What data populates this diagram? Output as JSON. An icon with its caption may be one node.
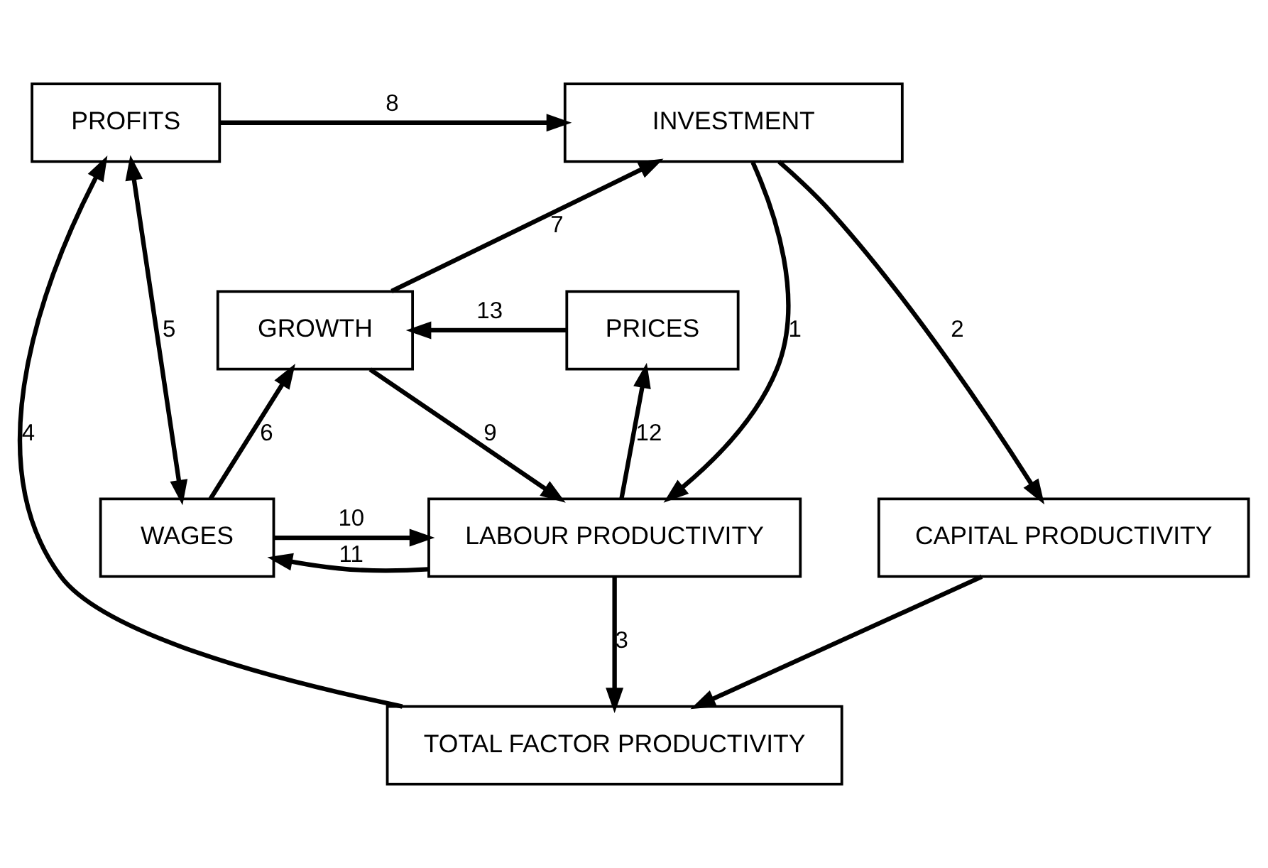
{
  "diagram": {
    "nodes": [
      {
        "text": [
          "PROFITS"
        ]
      },
      {
        "text": [
          "INVESTMENT"
        ]
      },
      {
        "text": [
          "GROWTH"
        ]
      },
      {
        "text": [
          "PRICES"
        ]
      },
      {
        "text": [
          "WAGES"
        ]
      },
      {
        "text": [
          "LABOUR PRODUCTIVITY"
        ]
      },
      {
        "text": [
          "CAPITAL PRODUCTIVITY"
        ]
      },
      {
        "text": [
          "TOTAL FACTOR PRODUCTIVITY"
        ]
      }
    ],
    "edges": [
      {
        "from": 0,
        "to": 1,
        "arrow": "to",
        "label": "8"
      },
      {
        "from": 2,
        "to": 1,
        "arrow": "to",
        "label": "7"
      },
      {
        "from": 3,
        "to": 2,
        "arrow": "to",
        "label": "13"
      },
      {
        "from": 1,
        "to": 5,
        "arrow": "to",
        "label": "1"
      },
      {
        "from": 1,
        "to": 6,
        "arrow": "to",
        "label": "2"
      },
      {
        "from": 0,
        "to": 4,
        "arrow": "both",
        "label": "5"
      },
      {
        "from": 4,
        "to": 2,
        "arrow": "to",
        "label": "6"
      },
      {
        "from": 2,
        "to": 5,
        "arrow": "to",
        "label": "9"
      },
      {
        "from": 5,
        "to": 3,
        "arrow": "to",
        "label": "12"
      },
      {
        "from": 4,
        "to": 5,
        "arrow": "to",
        "label": "10"
      },
      {
        "from": 5,
        "to": 4,
        "arrow": "to",
        "label": "11"
      },
      {
        "from": 5,
        "to": 7,
        "arrow": "to",
        "label": "3"
      },
      {
        "from": 6,
        "to": 7,
        "arrow": "to"
      },
      {
        "from": 7,
        "to": 0,
        "arrow": "to",
        "label": "4"
      }
    ]
  }
}
